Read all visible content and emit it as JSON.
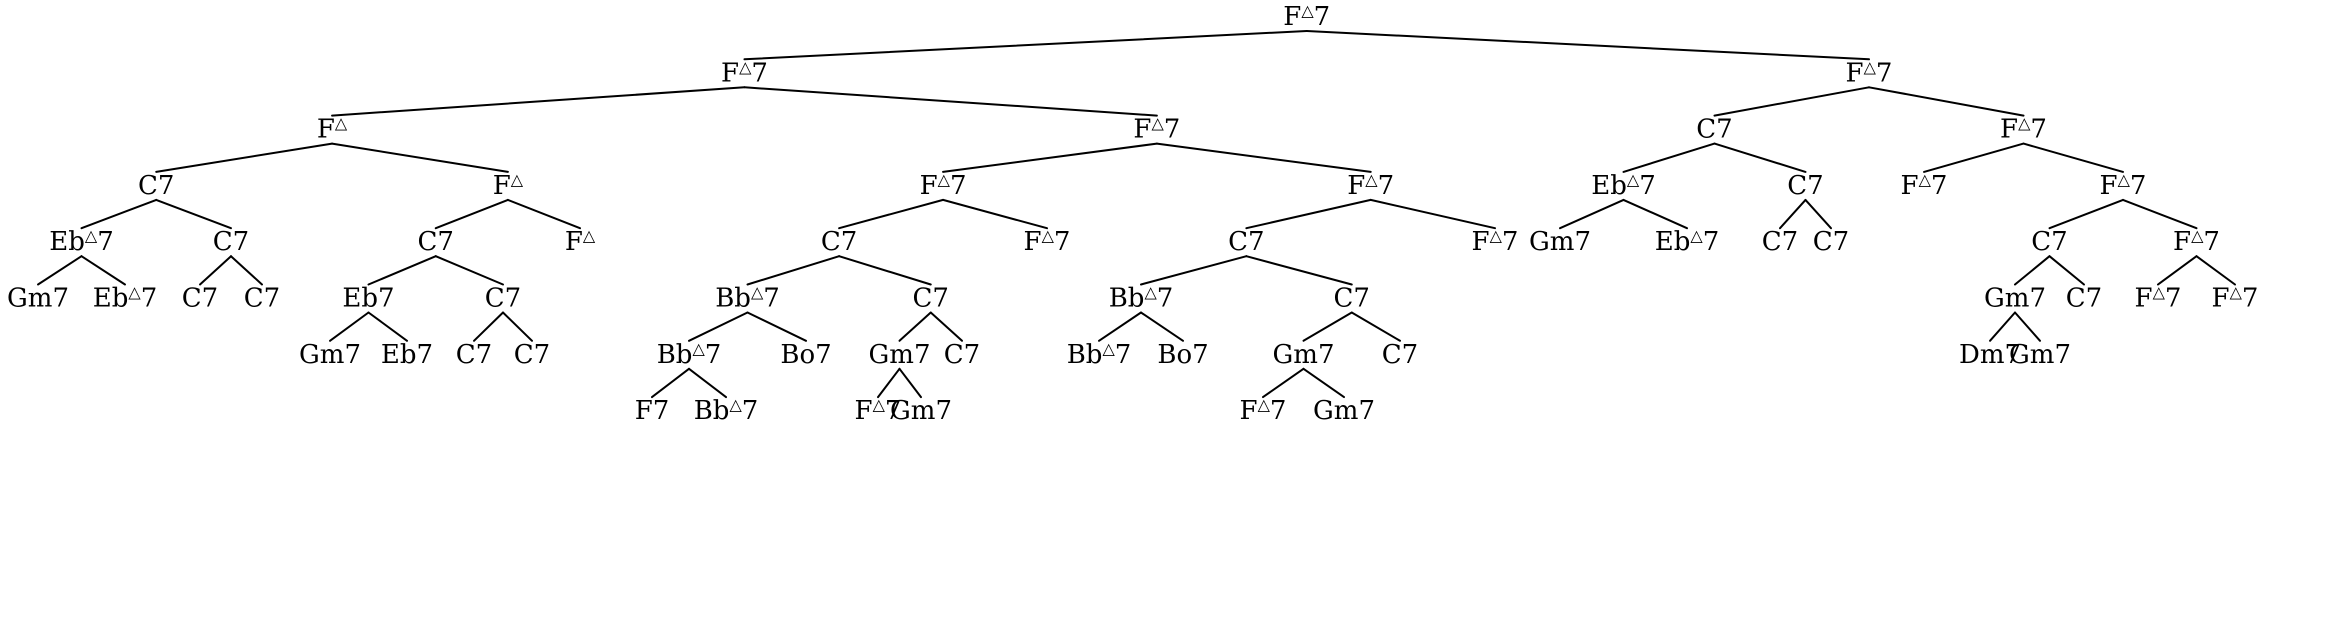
{
  "tree": {
    "label": "F△7",
    "children": [
      {
        "label": "F△7",
        "children": [
          {
            "label": "F△",
            "children": [
              {
                "label": "C7",
                "children": [
                  {
                    "label": "Eb△7",
                    "children": [
                      {
                        "label": "Gm7"
                      },
                      {
                        "label": "Eb△7"
                      }
                    ]
                  },
                  {
                    "label": "C7",
                    "children": [
                      {
                        "label": "C7"
                      },
                      {
                        "label": "C7"
                      }
                    ]
                  }
                ]
              },
              {
                "label": "F△",
                "children": [
                  {
                    "label": "C7",
                    "children": [
                      {
                        "label": "Eb7",
                        "children": [
                          {
                            "label": "Gm7"
                          },
                          {
                            "label": "Eb7"
                          }
                        ]
                      },
                      {
                        "label": "C7",
                        "children": [
                          {
                            "label": "C7"
                          },
                          {
                            "label": "C7"
                          }
                        ]
                      }
                    ]
                  },
                  {
                    "label": "F△"
                  }
                ]
              }
            ]
          },
          {
            "label": "F△7",
            "children": [
              {
                "label": "F△7",
                "children": [
                  {
                    "label": "C7",
                    "children": [
                      {
                        "label": "Bb△7",
                        "children": [
                          {
                            "label": "Bb△7",
                            "children": [
                              {
                                "label": "F7"
                              },
                              {
                                "label": "Bb△7"
                              }
                            ]
                          },
                          {
                            "label": "Bo7"
                          }
                        ]
                      },
                      {
                        "label": "C7",
                        "children": [
                          {
                            "label": "Gm7",
                            "children": [
                              {
                                "label": "F△7"
                              },
                              {
                                "label": "Gm7"
                              }
                            ]
                          },
                          {
                            "label": "C7"
                          }
                        ]
                      }
                    ]
                  },
                  {
                    "label": "F△7"
                  }
                ]
              },
              {
                "label": "F△7",
                "children": [
                  {
                    "label": "C7",
                    "children": [
                      {
                        "label": "Bb△7",
                        "children": [
                          {
                            "label": "Bb△7"
                          },
                          {
                            "label": "Bo7"
                          }
                        ]
                      },
                      {
                        "label": "C7",
                        "children": [
                          {
                            "label": "Gm7",
                            "children": [
                              {
                                "label": "F△7"
                              },
                              {
                                "label": "Gm7"
                              }
                            ]
                          },
                          {
                            "label": "C7"
                          }
                        ]
                      }
                    ]
                  },
                  {
                    "label": "F△7"
                  }
                ]
              }
            ]
          }
        ]
      },
      {
        "label": "F△7",
        "children": [
          {
            "label": "C7",
            "children": [
              {
                "label": "Eb△7",
                "children": [
                  {
                    "label": "Gm7"
                  },
                  {
                    "label": "Eb△7"
                  }
                ]
              },
              {
                "label": "C7",
                "children": [
                  {
                    "label": "C7"
                  },
                  {
                    "label": "C7"
                  }
                ]
              }
            ]
          },
          {
            "label": "F△7",
            "children": [
              {
                "label": "F△7"
              },
              {
                "label": "F△7",
                "children": [
                  {
                    "label": "C7",
                    "children": [
                      {
                        "label": "Gm7",
                        "children": [
                          {
                            "label": "Dm7"
                          },
                          {
                            "label": "Gm7"
                          }
                        ]
                      },
                      {
                        "label": "C7"
                      }
                    ]
                  },
                  {
                    "label": "F△7",
                    "children": [
                      {
                        "label": "F△7"
                      },
                      {
                        "label": "F△7"
                      }
                    ]
                  }
                ]
              }
            ]
          }
        ]
      }
    ]
  }
}
